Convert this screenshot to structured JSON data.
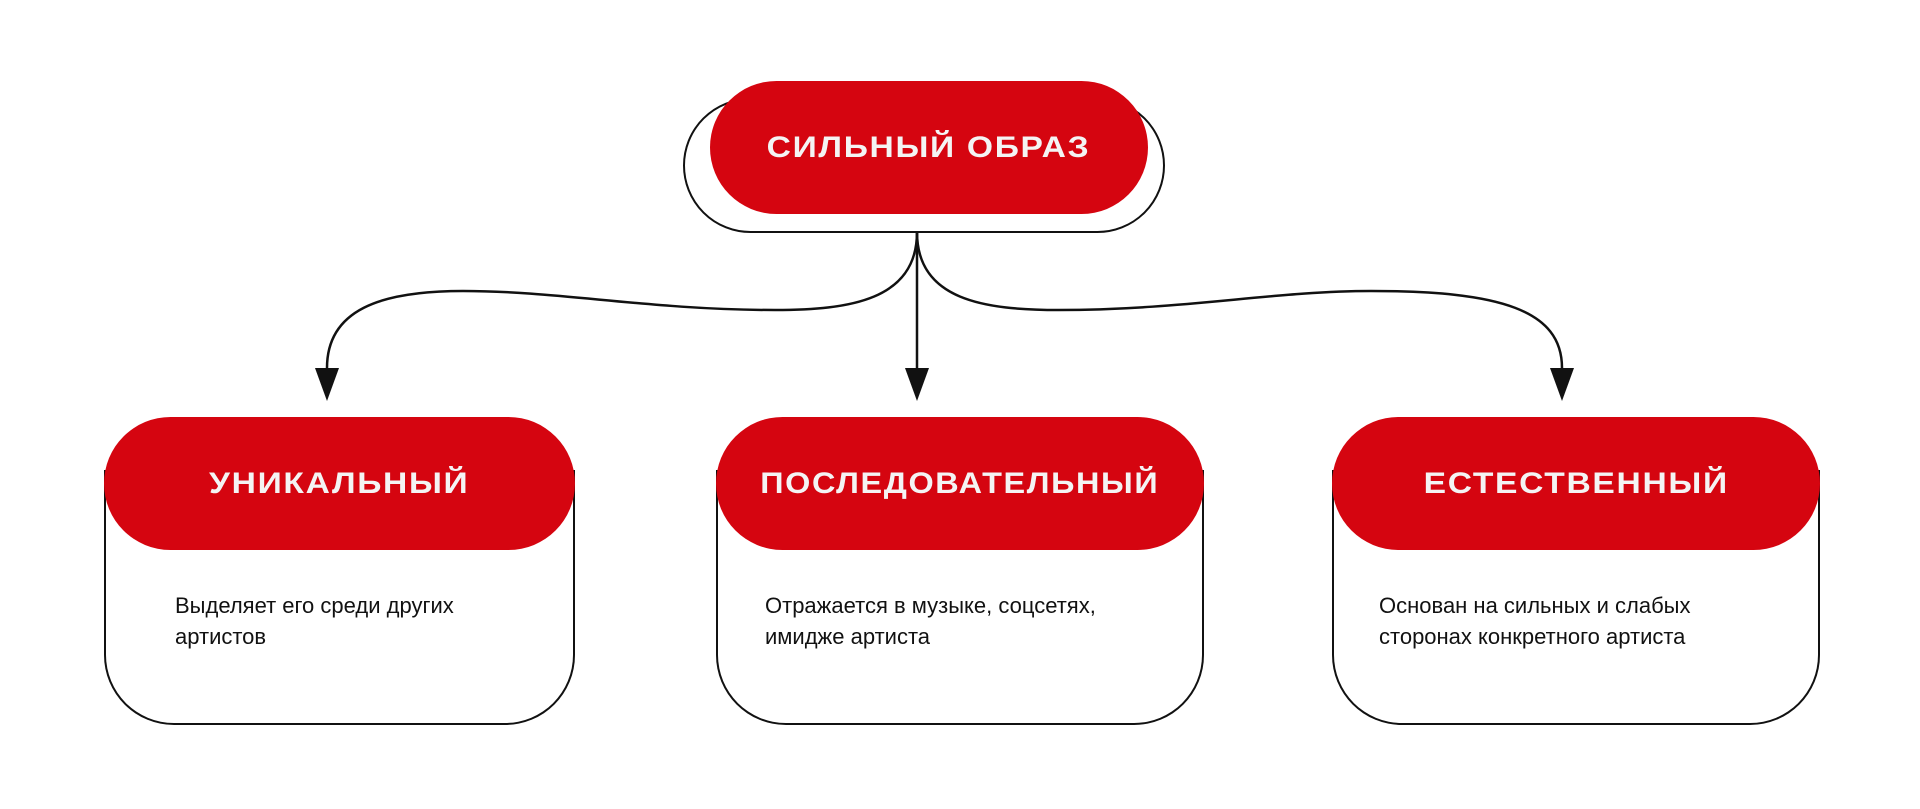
{
  "root": {
    "label": "СИЛЬНЫЙ ОБРАЗ"
  },
  "children": [
    {
      "label": "УНИКАЛЬНЫЙ",
      "description": [
        "Выделяет его среди других",
        "артистов"
      ]
    },
    {
      "label": "ПОСЛЕДОВАТЕЛЬНЫЙ",
      "description": [
        "Отражается в музыке, соцсетях,",
        "имидже артиста"
      ]
    },
    {
      "label": "ЕСТЕСТВЕННЫЙ",
      "description": [
        "Основан на сильных и слабых",
        "сторонах конкретного артиста"
      ]
    }
  ],
  "colors": {
    "accent": "#d50510",
    "line": "#111111"
  }
}
